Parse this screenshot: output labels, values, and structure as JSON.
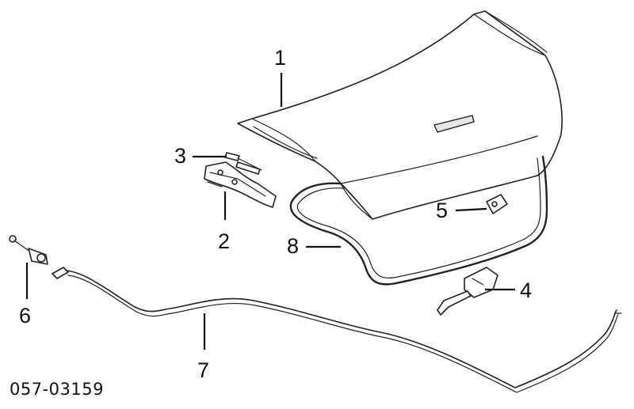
{
  "callouts": {
    "c1": "1",
    "c2": "2",
    "c3": "3",
    "c4": "4",
    "c5": "5",
    "c6": "6",
    "c7": "7",
    "c8": "8"
  },
  "catalog_number": "057-03159"
}
